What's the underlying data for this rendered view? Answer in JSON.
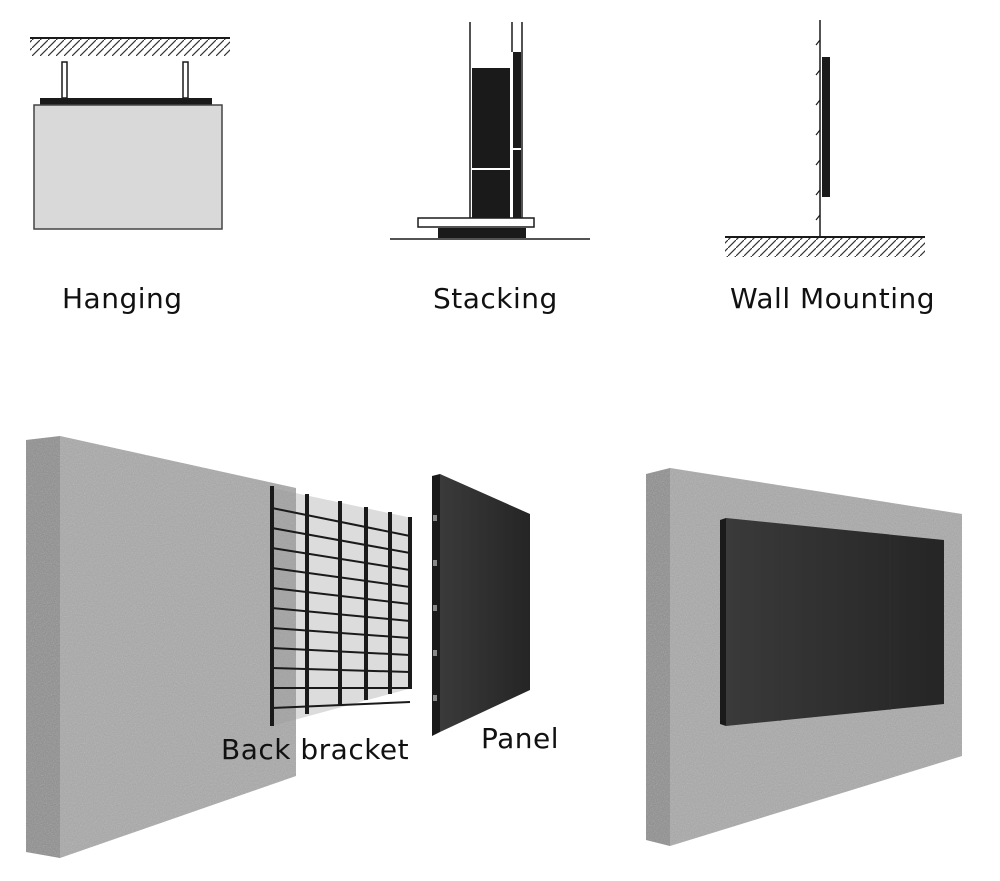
{
  "labels": {
    "hanging": "Hanging",
    "stacking": "Stacking",
    "wall_mounting": "Wall Mounting",
    "back_bracket": "Back bracket",
    "panel": "Panel"
  },
  "colors": {
    "line": "#1a1a1a",
    "panel_dark": "#2b2b2b",
    "hanging_panel": "#d9d9d9",
    "concrete": "#a9a9a9",
    "concrete_side": "#8e8e8e"
  }
}
